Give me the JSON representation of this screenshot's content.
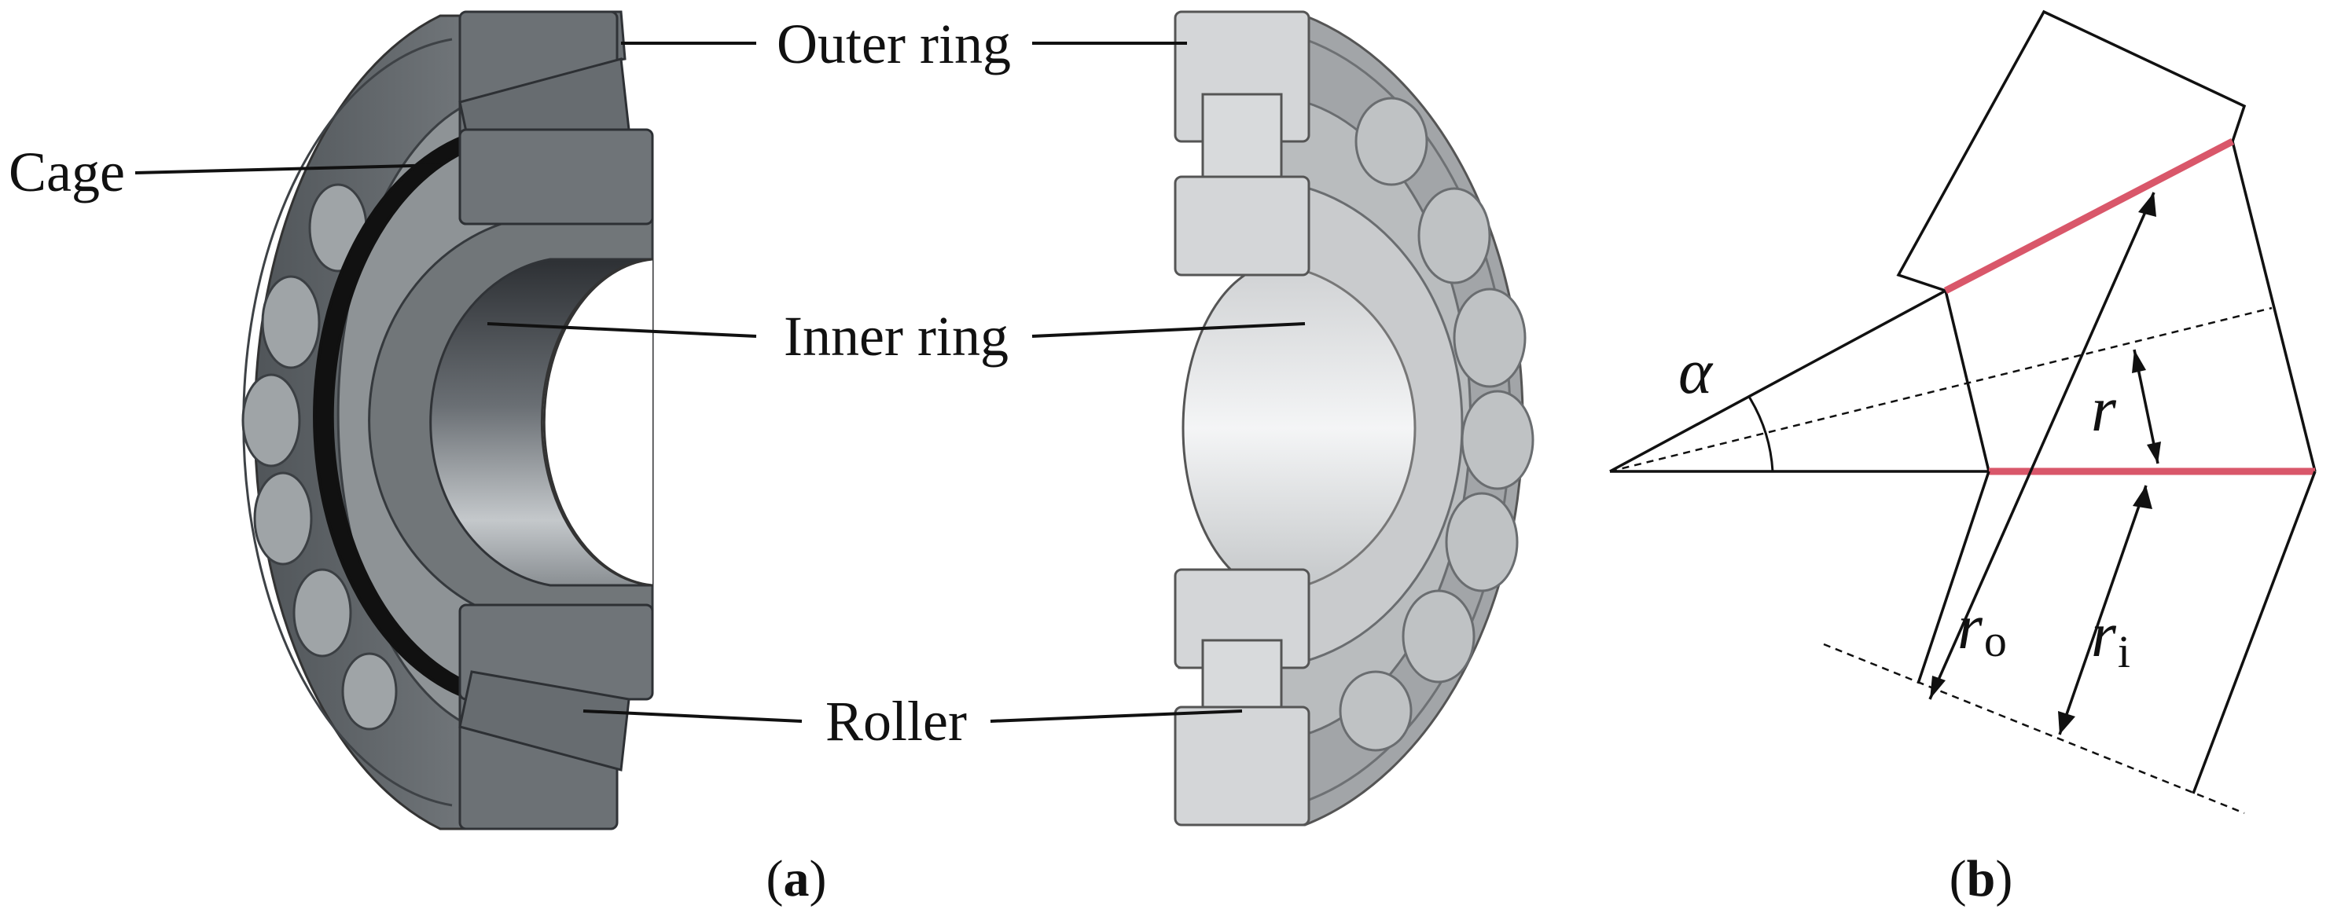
{
  "panel_a": {
    "labels": {
      "outer_ring": "Outer ring",
      "cage": "Cage",
      "inner_ring": "Inner ring",
      "roller": "Roller"
    },
    "caption": {
      "open": "(",
      "letter": "a",
      "close": ")"
    }
  },
  "panel_b": {
    "symbols": {
      "alpha": "α",
      "r": "r",
      "r_o": "r",
      "r_o_sub": "o",
      "r_i": "r",
      "r_i_sub": "i"
    },
    "caption": {
      "open": "(",
      "letter": "b",
      "close": ")"
    }
  },
  "colors": {
    "dark_metal": "#6f7478",
    "dark_metal_deep": "#4f5458",
    "light_metal": "#d2d4d6",
    "mid_metal": "#a8abae",
    "cage_black": "#111111",
    "contact_red": "#d9576a"
  }
}
